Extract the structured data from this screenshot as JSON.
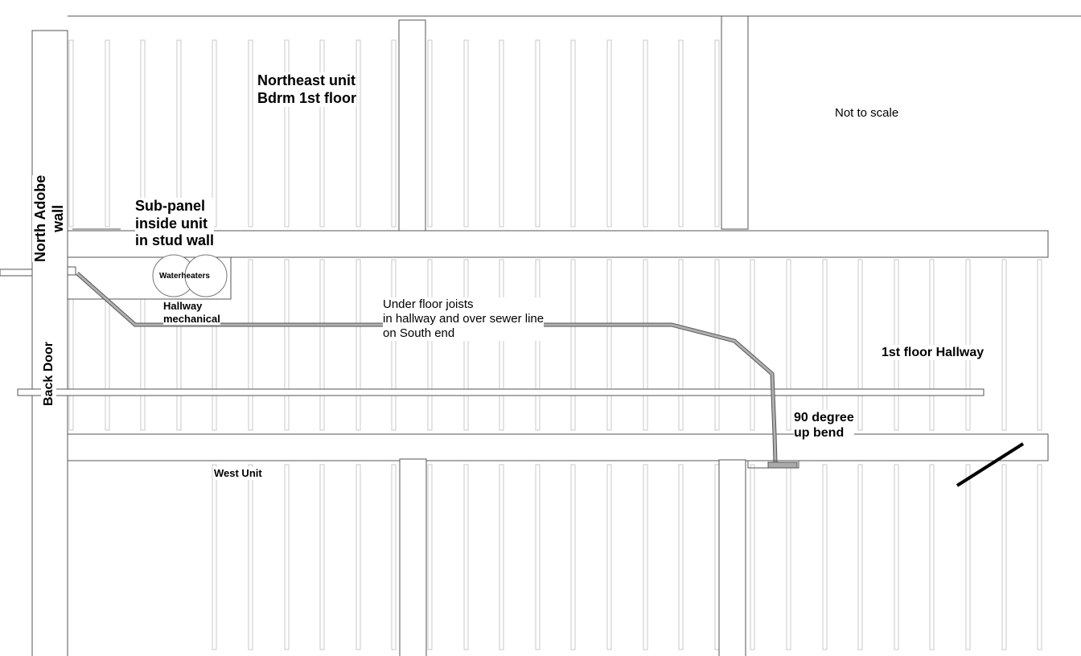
{
  "labels": {
    "northeast_unit": [
      "Northeast unit",
      "Bdrm 1st floor"
    ],
    "not_to_scale": "Not to scale",
    "north_adobe_wall": [
      "North Adobe",
      "wall"
    ],
    "sub_panel": [
      "Sub-panel",
      "inside unit",
      "in stud wall"
    ],
    "waterheaters": "Waterheaters",
    "hallway_mechanical": [
      "Hallway",
      "mechanical"
    ],
    "under_floor": [
      "Under floor joists",
      "in hallway and over sewer line",
      "on South end"
    ],
    "first_floor_hallway": "1st floor Hallway",
    "back_door": "Back Door",
    "up_bend": [
      "90 degree",
      "up bend"
    ],
    "west_unit": "West Unit"
  },
  "colors": {
    "pipe": "#b0b0b0",
    "line": "#555555",
    "joist": "#c8c8c8"
  }
}
